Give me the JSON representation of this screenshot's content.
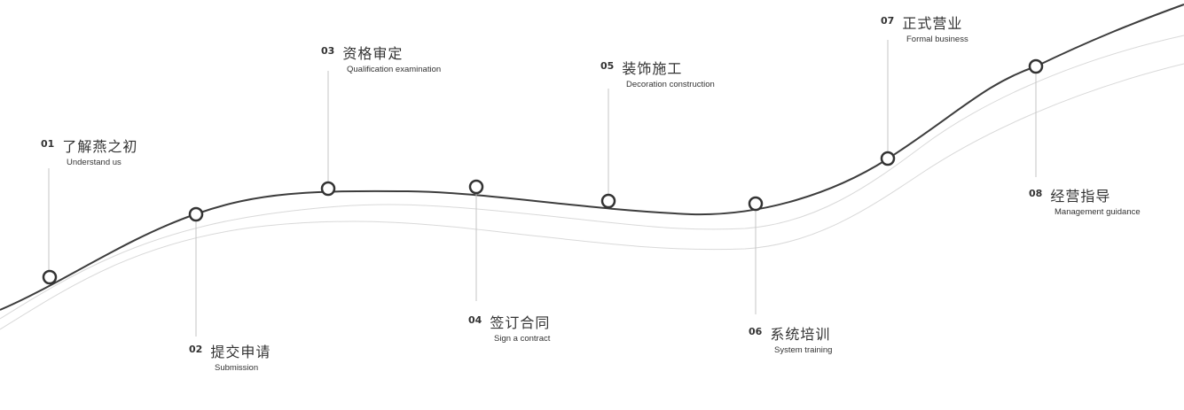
{
  "steps": [
    {
      "num": "01",
      "title_cn": "了解燕之初",
      "title_en": "Understand us"
    },
    {
      "num": "02",
      "title_cn": "提交申请",
      "title_en": "Submission"
    },
    {
      "num": "03",
      "title_cn": "资格审定",
      "title_en": "Qualification examination"
    },
    {
      "num": "04",
      "title_cn": "签订合同",
      "title_en": "Sign a contract"
    },
    {
      "num": "05",
      "title_cn": "装饰施工",
      "title_en": "Decoration construction"
    },
    {
      "num": "06",
      "title_cn": "系统培训",
      "title_en": "System training"
    },
    {
      "num": "07",
      "title_cn": "正式营业",
      "title_en": "Formal business"
    },
    {
      "num": "08",
      "title_cn": "经营指导",
      "title_en": "Management guidance"
    }
  ],
  "colors": {
    "main_curve": "#3d3d3d",
    "light_curve": "#d9d9d9",
    "connector": "#c4c4c4",
    "node": "#333333"
  }
}
